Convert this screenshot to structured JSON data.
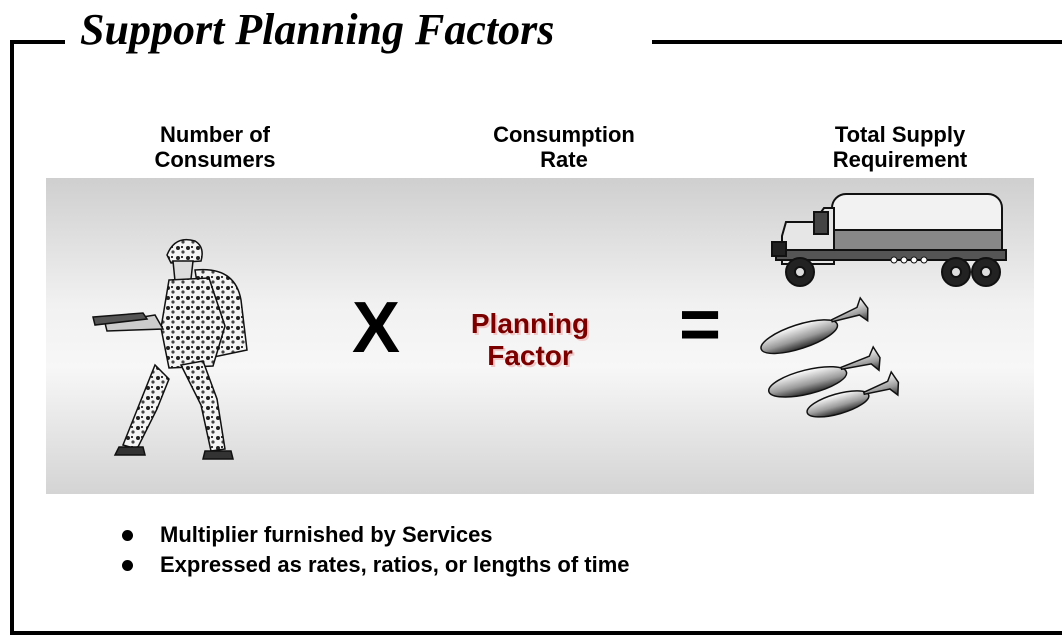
{
  "title": "Support Planning Factors",
  "columns": {
    "consumers": [
      "Number of",
      "Consumers"
    ],
    "rate": [
      "Consumption",
      "Rate"
    ],
    "total": [
      "Total Supply",
      "Requirement"
    ]
  },
  "equation": {
    "multiply": "X",
    "factor": [
      "Planning",
      "Factor"
    ],
    "equals": "="
  },
  "bullets": [
    "Multiplier furnished by Services",
    "Expressed as rates, ratios, or lengths of time"
  ],
  "icons": [
    "soldier-icon",
    "fuel-truck-icon",
    "bomb-icon"
  ]
}
